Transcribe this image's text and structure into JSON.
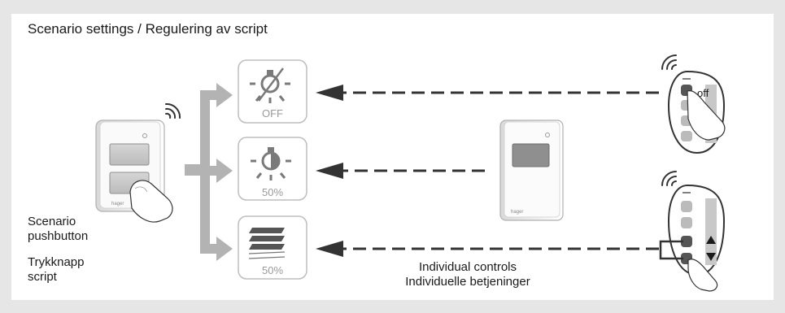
{
  "title": "Scenario settings / Regulering av script",
  "left_device": {
    "brand": "hager",
    "label_en_line1": "Scenario",
    "label_en_line2": "pushbutton",
    "label_no_line1": "Trykknapp",
    "label_no_line2": "script"
  },
  "targets": {
    "light_off": {
      "text": "OFF"
    },
    "light_dim": {
      "text": "50%"
    },
    "blind": {
      "text": "50%"
    }
  },
  "middle_device": {
    "brand": "hager"
  },
  "remote_top": {
    "key_text": "off"
  },
  "bottom_caption": {
    "line1": "Individual controls",
    "line2": "Individuelle betjeninger"
  },
  "colors": {
    "arrow_gray": "#b3b3b3",
    "dash": "#333333",
    "icon_gray": "#7a7a7a",
    "box_border": "#bdbdbd"
  }
}
